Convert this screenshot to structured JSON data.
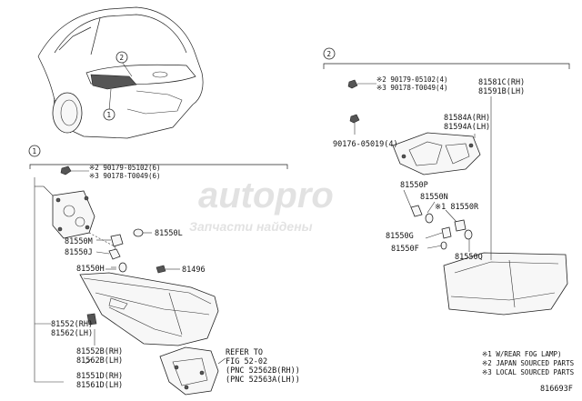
{
  "callouts": {
    "c1": "1",
    "c2": "2"
  },
  "section1": {
    "screws": [
      "※2 90179-05102(6)",
      "※3 90178-T0049(6)"
    ],
    "labels": {
      "p81550M": "81550M",
      "p81550L": "81550L",
      "p81550J": "81550J",
      "p81550H": "81550H",
      "p81496": "81496",
      "p81552": "81552(RH)",
      "p81562": "81562(LH)",
      "p81552B": "81552B(RH)",
      "p81562B": "81562B(LH)",
      "p81551D": "81551D(RH)",
      "p81561D": "81561D(LH)"
    },
    "refer": [
      "REFER TO",
      "FIG 52-02",
      "(PNC 52562B(RH))",
      "(PNC 52563A(LH))"
    ]
  },
  "section2": {
    "screws_top": [
      "※2 90179-05102(4)",
      "※3 90178-T0049(4)"
    ],
    "labels": {
      "p81581C": "81581C(RH)",
      "p81591B": "81591B(LH)",
      "p81584A": "81584A(RH)",
      "p81594A": "81594A(LH)",
      "p90176": "90176-05019(4)",
      "p81550P": "81550P",
      "p81550N": "81550N",
      "p81550R": "※1 81550R",
      "p81550G": "81550G",
      "p81550Q": "81550Q",
      "p81550F": "81550F"
    }
  },
  "legend": [
    "※1 W/REAR FOG LAMP)",
    "※2 JAPAN SOURCED PARTS",
    "※3 LOCAL SOURCED PARTS"
  ],
  "figure_code": "816693F",
  "watermark": {
    "logo": "autopro",
    "text": "Запчасти найдены"
  }
}
